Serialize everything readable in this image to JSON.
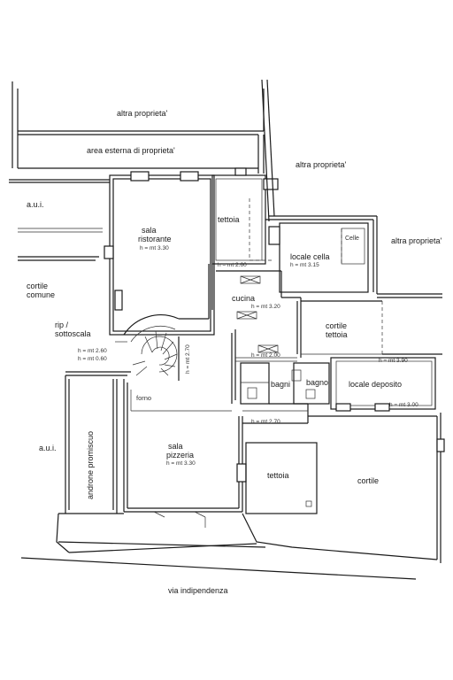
{
  "labels": {
    "altra_proprieta_top": "altra proprieta'",
    "area_esterna": "area esterna di proprieta'",
    "altra_proprieta_mid": "altra proprieta'",
    "altra_proprieta_right": "altra proprieta'",
    "aui_top": "a.u.i.",
    "aui_bottom": "a.u.i.",
    "cortile_comune_1": "cortile",
    "cortile_comune_2": "comune",
    "rip_1": "rip /",
    "rip_2": "sottoscala",
    "sala_ristorante_1": "sala",
    "sala_ristorante_2": "ristorante",
    "tettoia_top": "tettoia",
    "locale_cella": "locale cella",
    "celle": "Celle",
    "cucina": "cucina",
    "cortile_tettoia_1": "cortile",
    "cortile_tettoia_2": "tettoia",
    "bagni": "bagni",
    "bagno": "bagno",
    "locale_deposito": "locale deposito",
    "forno": "forno",
    "sala_pizzeria_1": "sala",
    "sala_pizzeria_2": "pizzeria",
    "tettoia_bottom": "tettoia",
    "cortile": "cortile",
    "androne": "androne promiscuo",
    "via": "via indipendenza"
  },
  "heights": {
    "ristorante": "h = mt 3.30",
    "tettoia_top": "h = mt 2.60",
    "locale_cella": "h = mt 3.15",
    "cucina": "h = mt 3.20",
    "cucina_lower": "h = mt 2.00",
    "corridor": "h = mt 2.70",
    "rip_upper": "h = mt 2.60",
    "rip_lower": "h = mt 0.60",
    "deposito_upper": "h = mt 3.90",
    "deposito_lower": "h = mt 3.00",
    "bagni_corridor": "h = mt 2.70",
    "pizzeria": "h = mt 3.30"
  }
}
